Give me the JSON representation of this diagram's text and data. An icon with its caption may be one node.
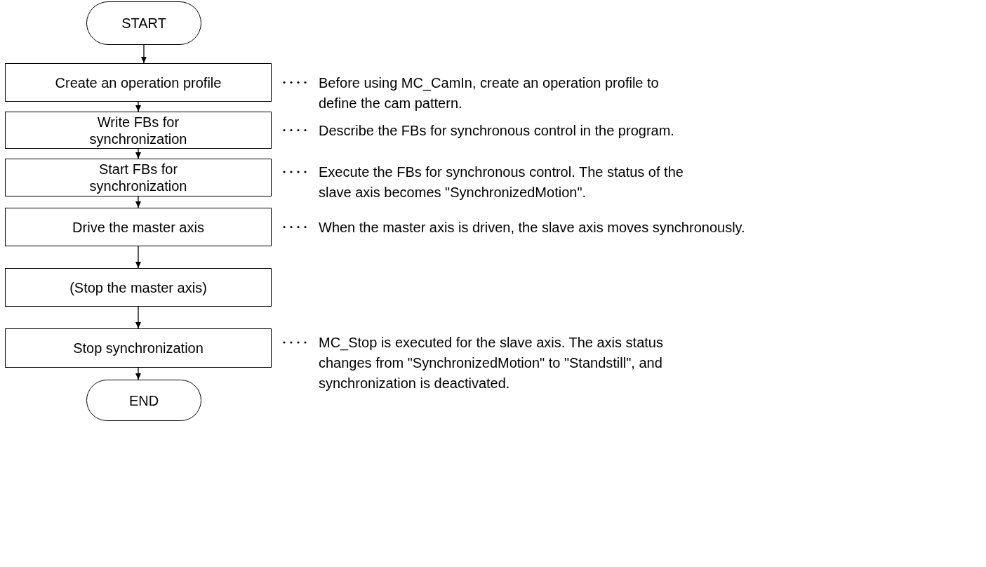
{
  "diagram": {
    "nodes": [
      {
        "text": [
          "START"
        ]
      },
      {
        "text": [
          "Create an operation profile"
        ],
        "beside": [
          "Before using MC_CamIn, create an operation profile to define the cam pattern."
        ]
      },
      {
        "text": [
          "Write FBs for synchronization"
        ],
        "beside": [
          "Describe the FBs for synchronous control in the program."
        ]
      },
      {
        "text": [
          "Start FBs for synchronization"
        ],
        "beside": [
          "Execute the FBs for synchronous control. The status of the slave axis becomes \"SynchronizedMotion\"."
        ]
      },
      {
        "text": [
          "Drive the master axis"
        ],
        "beside": [
          "When the master axis is driven, the slave axis moves synchronously."
        ]
      },
      {
        "text": [
          "(Stop the master axis)"
        ]
      },
      {
        "text": [
          "Stop synchronization"
        ],
        "beside": [
          "MC_Stop is executed for the slave axis. The axis status changes from \"SynchronizedMotion\" to \"Standstill\", and synchronization is deactivated."
        ]
      },
      {
        "text": [
          "END"
        ]
      }
    ],
    "edges": [
      {
        "from": 0,
        "to": 1,
        "arrow": "to"
      },
      {
        "from": 1,
        "to": 2,
        "arrow": "to"
      },
      {
        "from": 2,
        "to": 3,
        "arrow": "to"
      },
      {
        "from": 3,
        "to": 4,
        "arrow": "to"
      },
      {
        "from": 4,
        "to": 5,
        "arrow": "to"
      },
      {
        "from": 5,
        "to": 6,
        "arrow": "to"
      },
      {
        "from": 6,
        "to": 7,
        "arrow": "to"
      }
    ]
  }
}
